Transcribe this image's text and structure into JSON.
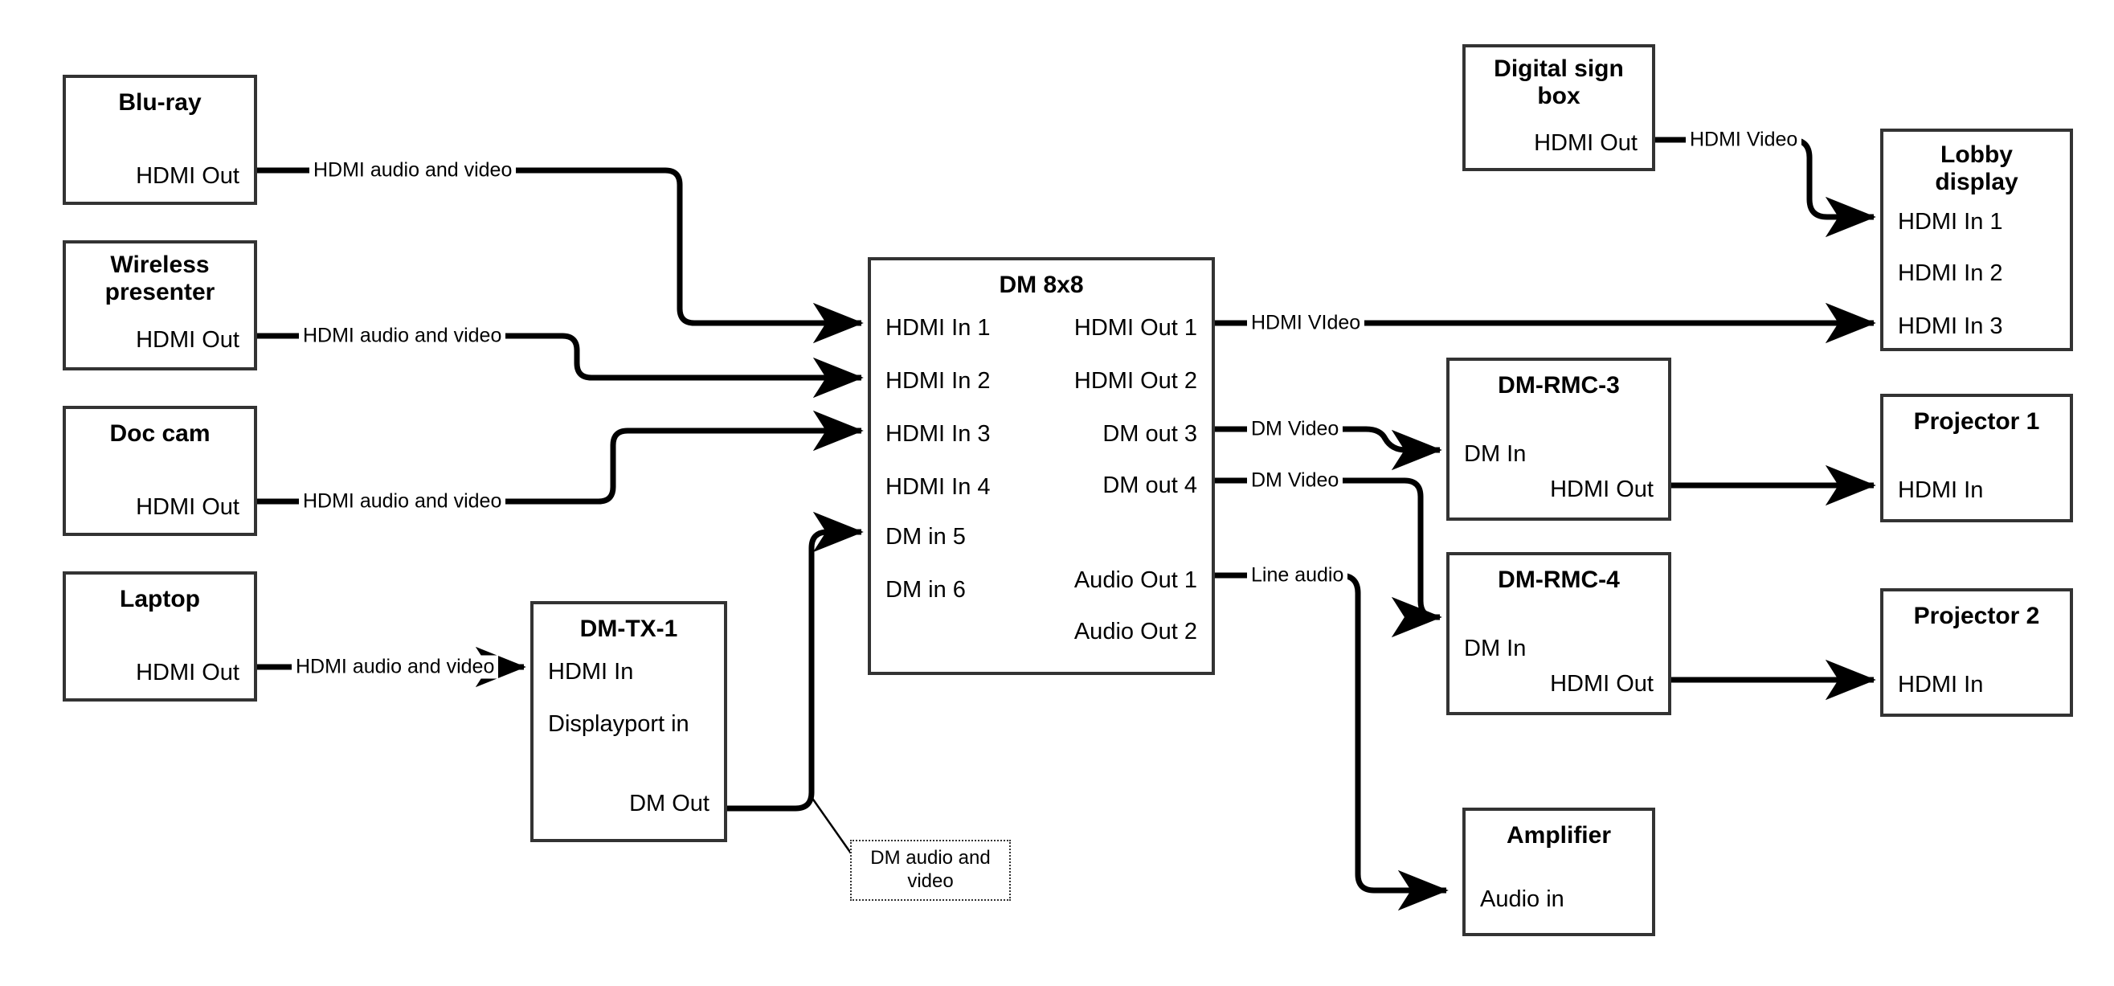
{
  "diagram": {
    "title": "AV Signal Flow Diagram",
    "stroke_color": "#333333",
    "wire_color": "#000000",
    "background": "#ffffff"
  },
  "nodes": [
    {
      "id": "bluray",
      "title": "Blu-ray",
      "ports_right": [
        "HDMI Out"
      ],
      "ports_left": []
    },
    {
      "id": "wireless_presenter",
      "title": "Wireless\npresenter",
      "ports_right": [
        "HDMI Out"
      ],
      "ports_left": []
    },
    {
      "id": "doc_cam",
      "title": "Doc cam",
      "ports_right": [
        "HDMI Out"
      ],
      "ports_left": []
    },
    {
      "id": "laptop",
      "title": "Laptop",
      "ports_right": [
        "HDMI Out"
      ],
      "ports_left": []
    },
    {
      "id": "dm_tx_1",
      "title": "DM-TX-1",
      "ports_left": [
        "HDMI In",
        "Displayport in"
      ],
      "ports_right": [
        "DM Out"
      ]
    },
    {
      "id": "dm_8x8",
      "title": "DM 8x8",
      "ports_left": [
        "HDMI In 1",
        "HDMI In 2",
        "HDMI In 3",
        "HDMI In 4",
        "DM in 5",
        "DM in 6"
      ],
      "ports_right": [
        "HDMI Out 1",
        "HDMI Out 2",
        "DM out 3",
        "DM out 4",
        "Audio Out 1",
        "Audio Out 2"
      ]
    },
    {
      "id": "digital_sign_box",
      "title": "Digital sign\nbox",
      "ports_right": [
        "HDMI Out"
      ],
      "ports_left": []
    },
    {
      "id": "lobby_display",
      "title": "Lobby\ndisplay",
      "ports_left": [
        "HDMI In 1",
        "HDMI In 2",
        "HDMI In 3"
      ],
      "ports_right": []
    },
    {
      "id": "dm_rmc_3",
      "title": "DM-RMC-3",
      "ports_left": [
        "DM In"
      ],
      "ports_right": [
        "HDMI Out"
      ]
    },
    {
      "id": "dm_rmc_4",
      "title": "DM-RMC-4",
      "ports_left": [
        "DM In"
      ],
      "ports_right": [
        "HDMI Out"
      ]
    },
    {
      "id": "projector_1",
      "title": "Projector 1",
      "ports_left": [
        "HDMI In"
      ],
      "ports_right": []
    },
    {
      "id": "projector_2",
      "title": "Projector 2",
      "ports_left": [
        "HDMI In"
      ],
      "ports_right": []
    },
    {
      "id": "amplifier",
      "title": "Amplifier",
      "ports_left": [
        "Audio in"
      ],
      "ports_right": []
    }
  ],
  "edge_labels": {
    "bluray_to_dm": "HDMI audio and video",
    "wireless_to_dm": "HDMI audio and video",
    "doccam_to_dm": "HDMI audio and video",
    "laptop_to_tx": "HDMI audio and video",
    "dm_hdmi_out1": "HDMI VIdeo",
    "dm_out3": "DM Video",
    "dm_out4": "DM Video",
    "dm_audio_out1": "Line audio",
    "signbox_to_lobby": "HDMI Video"
  },
  "notes": [
    {
      "id": "dm_audio_video_note",
      "text": "DM audio and video"
    }
  ]
}
